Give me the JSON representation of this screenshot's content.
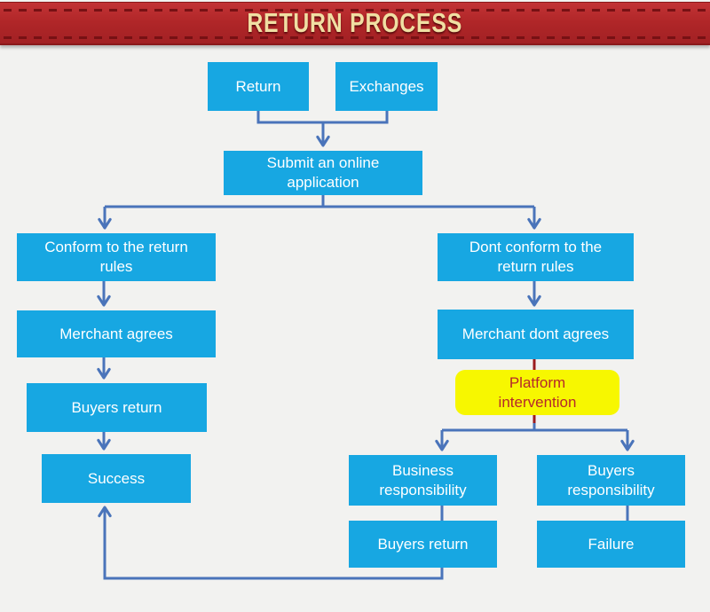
{
  "header": {
    "title": "RETURN PROCESS"
  },
  "colors": {
    "node_fill": "#17a7e2",
    "node_text": "#ffffff",
    "connector": "#4a74ba",
    "alert_connector": "#9b1b1e",
    "highlight_fill": "#f7f700",
    "highlight_text": "#b5292b",
    "banner_red": "#b3282b",
    "banner_stitch": "#771114",
    "banner_text": "#f0dfa3",
    "background": "#f2f2f0"
  },
  "nodes": {
    "return": {
      "label": "Return"
    },
    "exchanges": {
      "label": "Exchanges"
    },
    "submit": {
      "label": "Submit an online application"
    },
    "conform": {
      "label": "Conform to the return rules"
    },
    "merchant_agrees": {
      "label": "Merchant agrees"
    },
    "buyers_return_left": {
      "label": "Buyers return"
    },
    "success": {
      "label": "Success"
    },
    "dont_conform": {
      "label": "Dont conform to the return rules"
    },
    "merchant_dont_agrees": {
      "label": "Merchant dont agrees"
    },
    "platform_intervention": {
      "label": "Platform intervention"
    },
    "business_responsibility": {
      "label": "Business responsibility"
    },
    "buyers_responsibility": {
      "label": "Buyers responsibility"
    },
    "buyers_return_right": {
      "label": "Buyers return"
    },
    "failure": {
      "label": "Failure"
    }
  },
  "edges": [
    {
      "from": "return",
      "to": "submit",
      "style": "normal"
    },
    {
      "from": "exchanges",
      "to": "submit",
      "style": "normal"
    },
    {
      "from": "submit",
      "to": "conform",
      "style": "normal"
    },
    {
      "from": "submit",
      "to": "dont_conform",
      "style": "normal"
    },
    {
      "from": "conform",
      "to": "merchant_agrees",
      "style": "normal"
    },
    {
      "from": "merchant_agrees",
      "to": "buyers_return_left",
      "style": "normal"
    },
    {
      "from": "buyers_return_left",
      "to": "success",
      "style": "normal"
    },
    {
      "from": "dont_conform",
      "to": "merchant_dont_agrees",
      "style": "normal"
    },
    {
      "from": "merchant_dont_agrees",
      "to": "platform_intervention",
      "style": "red"
    },
    {
      "from": "platform_intervention",
      "to": "business_responsibility",
      "style": "normal"
    },
    {
      "from": "platform_intervention",
      "to": "buyers_responsibility",
      "style": "normal"
    },
    {
      "from": "business_responsibility",
      "to": "buyers_return_right",
      "style": "normal"
    },
    {
      "from": "buyers_responsibility",
      "to": "failure",
      "style": "normal"
    },
    {
      "from": "buyers_return_right",
      "to": "success",
      "style": "normal"
    }
  ]
}
